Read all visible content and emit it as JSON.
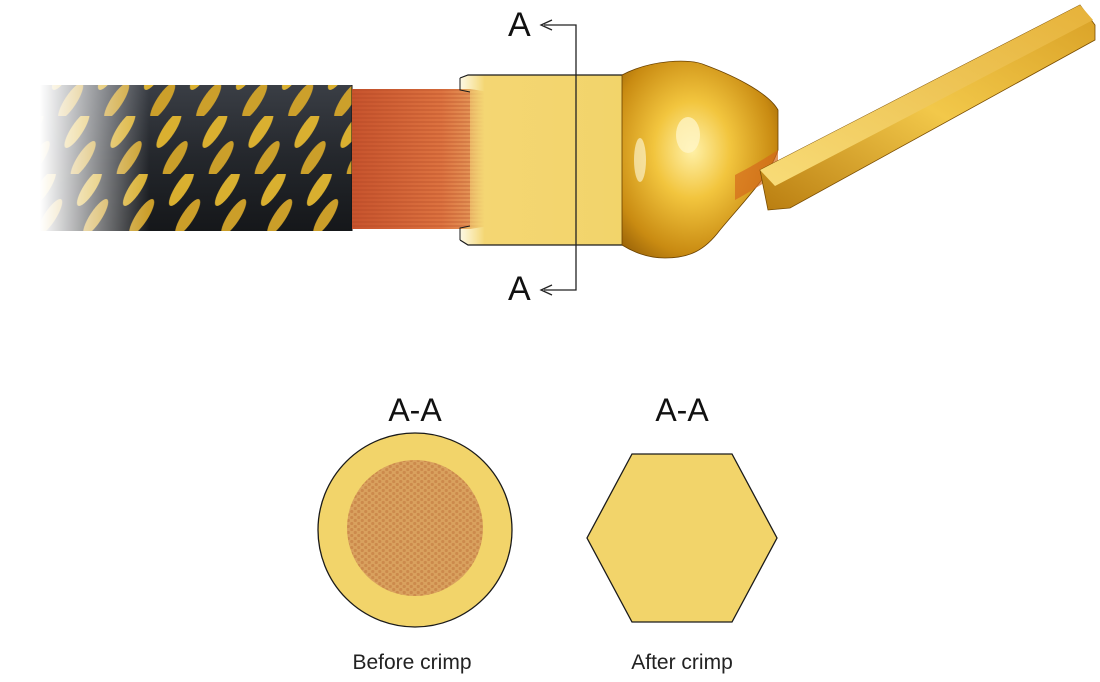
{
  "section_marker": {
    "top": "A",
    "bottom": "A"
  },
  "views": [
    {
      "title": "A-A",
      "caption": "Before crimp",
      "shape": "circle-with-strand-bundle"
    },
    {
      "title": "A-A",
      "caption": "After crimp",
      "shape": "hexagon"
    }
  ],
  "colors": {
    "ferrule_gold": "#f2d46a",
    "ferrule_outline": "#1a1a1a",
    "strands_copper": "#d59a55",
    "copper_wire": "#d8663a",
    "cable_jacket": "#2a2d33",
    "braid_yellow": "#e3b730"
  }
}
